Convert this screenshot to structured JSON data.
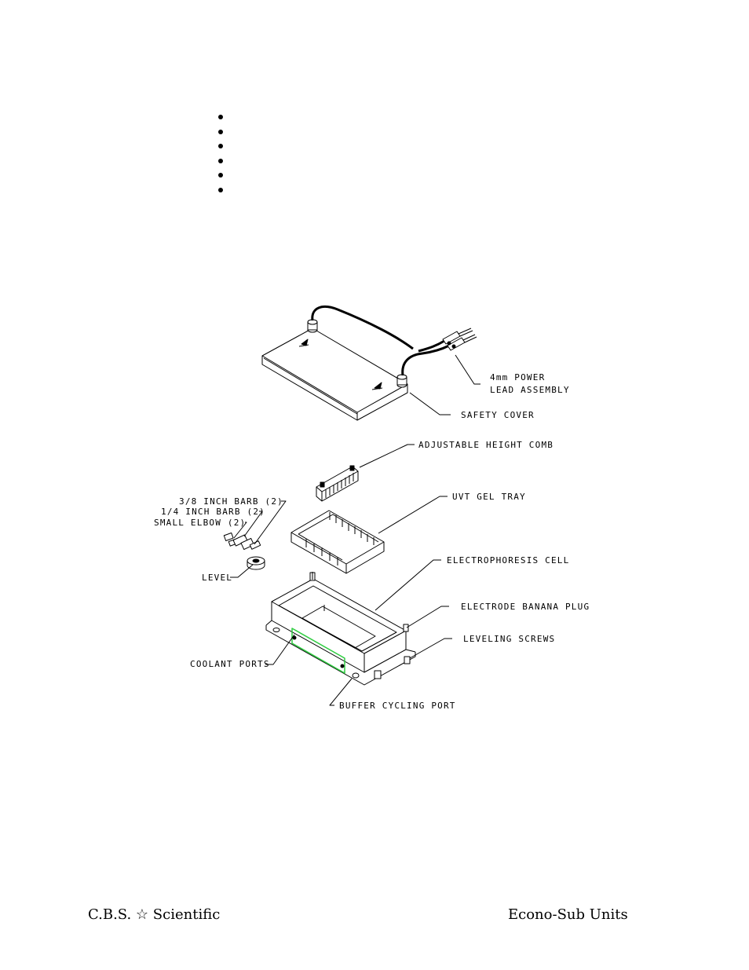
{
  "bullet_count": 6,
  "diagram": {
    "labels": {
      "power_lead_line1": "4mm POWER",
      "power_lead_line2": "LEAD ASSEMBLY",
      "safety_cover": "SAFETY COVER",
      "comb": "ADJUSTABLE HEIGHT COMB",
      "gel_tray": "UVT GEL TRAY",
      "barb_38": "3/8 INCH BARB (2)",
      "barb_14": "1/4 INCH BARB (2)",
      "elbow": "SMALL ELBOW (2)",
      "level": "LEVEL",
      "cell": "ELECTROPHORESIS CELL",
      "banana_plug": "ELECTRODE BANANA PLUG",
      "leveling_screws": "LEVELING SCREWS",
      "coolant_ports": "COOLANT PORTS",
      "buffer_port": "BUFFER CYCLING PORT"
    }
  },
  "footer": {
    "left": "C.B.S. ☆ Scientific",
    "right": "Econo-Sub Units"
  }
}
